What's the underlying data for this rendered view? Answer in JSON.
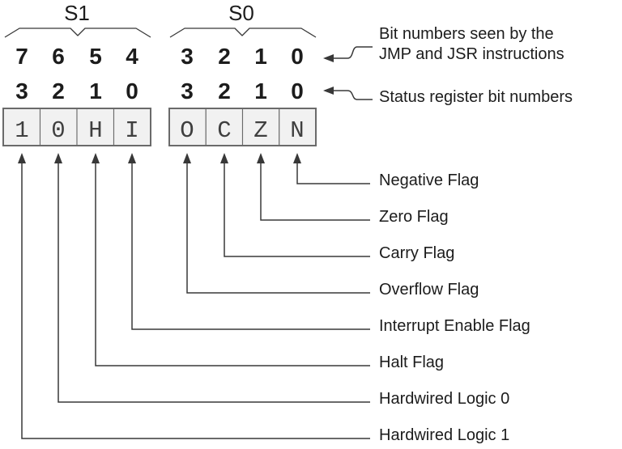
{
  "groups": [
    {
      "label": "S1",
      "cells": [
        "1",
        "0",
        "H",
        "I"
      ]
    },
    {
      "label": "S0",
      "cells": [
        "O",
        "C",
        "Z",
        "N"
      ]
    }
  ],
  "jmp_jsr_bit_numbers": [
    "7",
    "6",
    "5",
    "4",
    "3",
    "2",
    "1",
    "0"
  ],
  "status_register_bit_numbers": [
    "3",
    "2",
    "1",
    "0",
    "3",
    "2",
    "1",
    "0"
  ],
  "flags": [
    {
      "cell": "N",
      "label": "Negative Flag"
    },
    {
      "cell": "Z",
      "label": "Zero Flag"
    },
    {
      "cell": "C",
      "label": "Carry Flag"
    },
    {
      "cell": "O",
      "label": "Overflow Flag"
    },
    {
      "cell": "I",
      "label": "Interrupt Enable Flag"
    },
    {
      "cell": "H",
      "label": "Halt Flag"
    },
    {
      "cell": "0",
      "label": "Hardwired Logic 0"
    },
    {
      "cell": "1",
      "label": "Hardwired Logic 1"
    }
  ],
  "annotations": {
    "jmp_jsr_line1": "Bit numbers seen by the",
    "jmp_jsr_line2": "JMP and JSR instructions",
    "status": "Status register bit numbers"
  },
  "colors": {
    "line": "#383838",
    "text": "#1c1c1c",
    "cell_fill": "#f1f1f1",
    "cell_border": "#6a6a6a",
    "cell_text": "#3f3f3f"
  }
}
